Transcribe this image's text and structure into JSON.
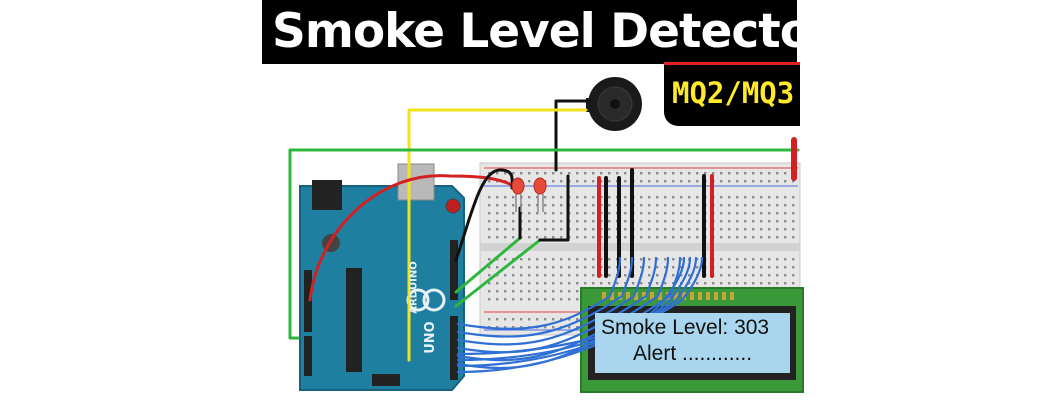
{
  "title": {
    "text": "Smoke Level Detector wit"
  },
  "sensor_tag": {
    "text": "MQ2/MQ3"
  },
  "lcd": {
    "line1": "Smoke Level: 303",
    "line2": "Alert ............"
  },
  "arduino": {
    "brand": "ARDUINO",
    "model": "UNO"
  },
  "colors": {
    "board": "#1f7fa0",
    "breadboard": "#e6e6e6",
    "wire_red": "#d42020",
    "wire_yellow": "#f2e21a",
    "wire_green": "#2db83d",
    "wire_blue": "#2f6fd6",
    "wire_black": "#111111",
    "lcd_screen": "#a9d6ee",
    "lcd_pcb": "#3a9a3a",
    "banner": "#000000",
    "sensor_text": "#ffe92a"
  }
}
